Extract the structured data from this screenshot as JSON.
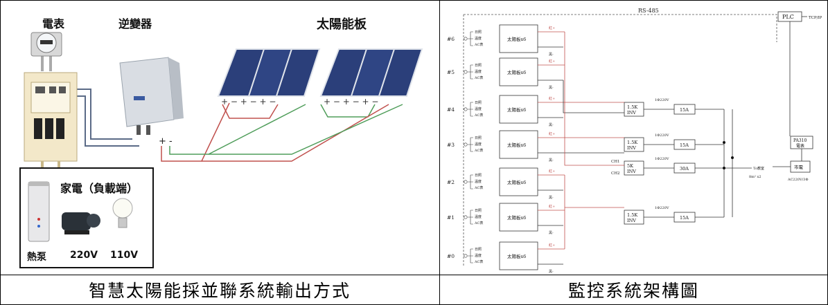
{
  "left_panel": {
    "labels": {
      "meter": "電表",
      "inverter": "逆變器",
      "solar_panels": "太陽能板",
      "appliance_box_title": "家電（負載端）",
      "heat_pump": "熱泵",
      "v220": "220V",
      "v110": "110V"
    },
    "caption": "智慧太陽能採並聯系統輸出方式",
    "colors": {
      "red_wire": "#c0504d",
      "green_wire": "#4f9d5a",
      "gray_wire": "#5a6a86"
    }
  },
  "right_panel": {
    "caption": "監控系統架構圖",
    "bus_label": "RS-485",
    "plc": "PLC",
    "tcpip": "TCP/IP",
    "rows": [
      {
        "id": "#6",
        "sensors": [
          "日照",
          "溫度",
          "AC表"
        ],
        "panel": "太陽板x6",
        "red": "紅+",
        "black": "黑-"
      },
      {
        "id": "#5",
        "sensors": [
          "日照",
          "溫度",
          "AC表"
        ],
        "panel": "太陽板x6",
        "red": "紅+",
        "black": "黑-"
      },
      {
        "id": "#4",
        "sensors": [
          "日照",
          "溫度",
          "AC表"
        ],
        "panel": "太陽板x6",
        "red": "紅+",
        "black": "黑-"
      },
      {
        "id": "#3",
        "sensors": [
          "日照",
          "溫度",
          "AC表"
        ],
        "panel": "太陽板x6",
        "red": "紅+",
        "black": "黑-"
      },
      {
        "id": "#2",
        "sensors": [
          "日照",
          "溫度",
          "AC表"
        ],
        "panel": "太陽板x6",
        "red": "紅+",
        "black": "黑-"
      },
      {
        "id": "#1",
        "sensors": [
          "日照",
          "溫度",
          "AC表"
        ],
        "panel": "太陽板x6",
        "red": "紅+",
        "black": "黑-"
      },
      {
        "id": "#0",
        "sensors": [
          "日照",
          "溫度",
          "AC表"
        ],
        "panel": "太陽板x6",
        "red": "紅+",
        "black": "黑-"
      }
    ],
    "inverters": [
      {
        "l1": "1.5K",
        "l2": "INV",
        "v": "1Φ220V",
        "breaker": "15A"
      },
      {
        "l1": "1.5K",
        "l2": "INV",
        "v": "1Φ220V",
        "breaker": "15A"
      },
      {
        "l1": "5K",
        "l2": "INV",
        "v": "1Φ220V",
        "breaker": "30A"
      },
      {
        "l1": "1.5K",
        "l2": "INV",
        "v": "1Φ220V",
        "breaker": "15A"
      }
    ],
    "ch1": "CH1",
    "ch2": "CH2",
    "to_classroom": "To教室",
    "wire_spec": "8m² x2",
    "meter_pa310_l1": "PA310",
    "meter_pa310_l2": "電表",
    "utility": "市電",
    "utility_spec": "AC220V/3Φ"
  }
}
